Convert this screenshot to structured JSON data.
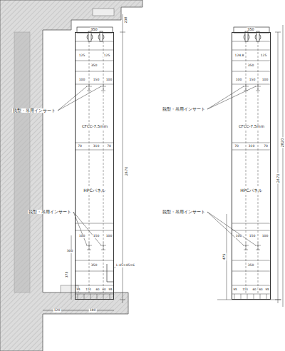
{
  "diagram": {
    "nodes": [
      {
        "text": [
          "HPCパネル"
        ]
      },
      {
        "text": [
          "HPCパネル"
        ]
      }
    ],
    "labels": [
      "脱型・吊用インサート",
      "CFCC-7.5mm",
      "脱型・吊用インサート",
      "L-45×45×6",
      "350",
      "125",
      "125",
      "350",
      "100",
      "150",
      "100",
      "70",
      "310",
      "70",
      "100",
      "150",
      "100",
      "350",
      "300",
      "375",
      "95",
      "110",
      "60",
      "60",
      "95",
      "120",
      "180",
      "2470",
      "238",
      "脱型・吊用インサート",
      "CFCC-7.5mm",
      "脱型・吊用インサート",
      "350",
      "124.8",
      "125",
      "350",
      "100",
      "150",
      "100",
      "70",
      "310",
      "70",
      "100",
      "150",
      "100",
      "350",
      "95",
      "110",
      "60",
      "60",
      "95",
      "2470",
      "2820",
      "475"
    ]
  }
}
